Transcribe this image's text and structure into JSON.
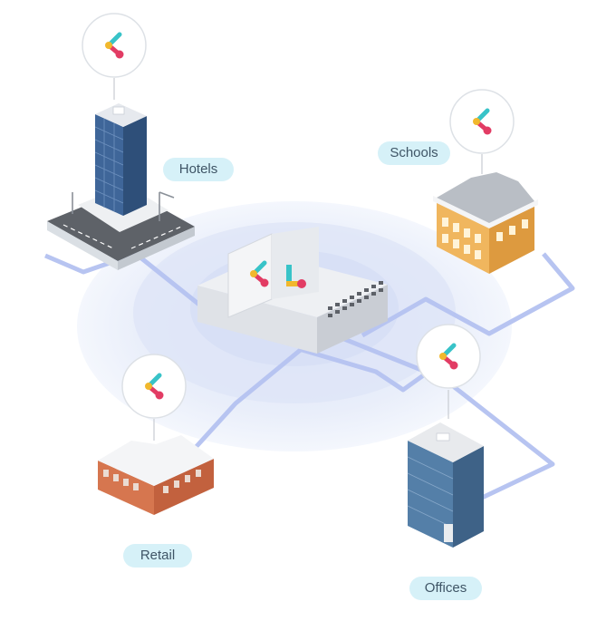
{
  "colors": {
    "halo": "#e8edf9",
    "connector": "#b7c4f1",
    "label_bg": "#d6f1f8",
    "label_text": "#3f5566",
    "logo_teal": "#38c3c8",
    "logo_yellow": "#f1b82d",
    "logo_pink": "#e23c64"
  },
  "icons": {
    "hub": "network-switch-icon",
    "logo": "brand-chevron-logo-icon"
  },
  "nodes": [
    {
      "id": "hotels",
      "label": "Hotels",
      "icon": "skyscraper-icon"
    },
    {
      "id": "schools",
      "label": "Schools",
      "icon": "school-building-icon"
    },
    {
      "id": "retail",
      "label": "Retail",
      "icon": "retail-building-icon"
    },
    {
      "id": "offices",
      "label": "Offices",
      "icon": "office-tower-icon"
    }
  ]
}
